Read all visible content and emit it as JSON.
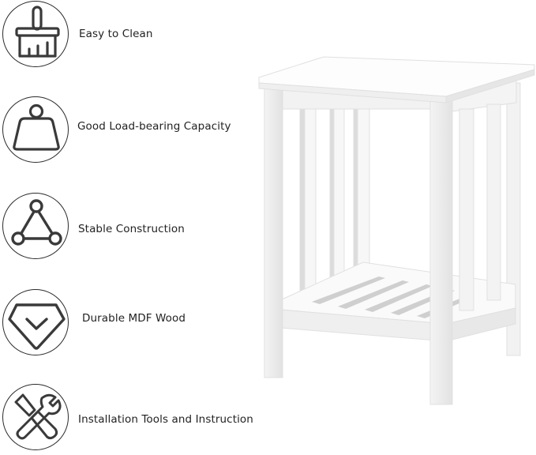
{
  "features": [
    {
      "label": "Easy to Clean",
      "icon": "brush-icon"
    },
    {
      "label": "Good Load-bearing Capacity",
      "icon": "weight-icon"
    },
    {
      "label": "Stable Construction",
      "icon": "triangle-nodes-icon"
    },
    {
      "label": "Durable MDF Wood",
      "icon": "diamond-check-icon"
    },
    {
      "label": "Installation Tools and Instruction",
      "icon": "tools-icon"
    }
  ],
  "product": {
    "name": "white-end-table",
    "color": "#ffffff",
    "shade_color": "#d9d9d9"
  },
  "colors": {
    "icon_stroke": "#3a3a3a",
    "text": "#222222",
    "background": "#ffffff"
  }
}
